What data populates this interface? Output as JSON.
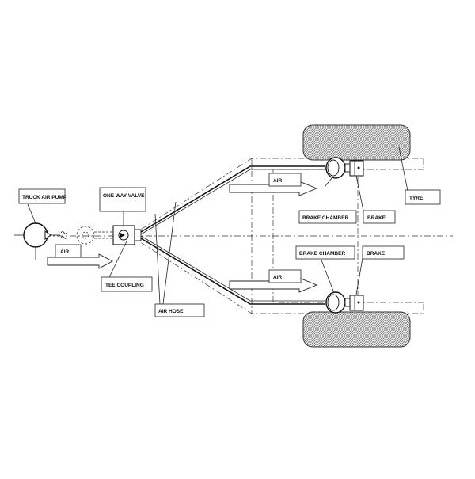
{
  "labels": {
    "truck_air_pump": "TRUCK AIR PUMP",
    "one_way_valve": "ONE WAY VALVE",
    "tee_coupling": "TEE COUPLING",
    "air_hose": "AIR HOSE",
    "air_inlet": "AIR",
    "air_top": "AIR",
    "air_bottom": "AIR",
    "brake_chamber_top": "BRAKE CHAMBER",
    "brake_chamber_bottom": "BRAKE CHAMBER",
    "brake_top": "BRAKE",
    "brake_bottom": "BRAKE",
    "tyre": "TYRE"
  }
}
